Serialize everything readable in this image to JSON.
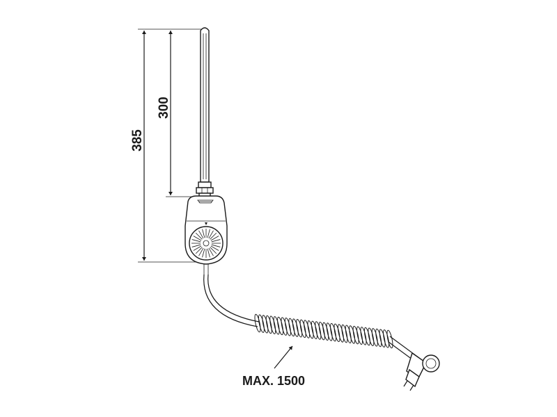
{
  "dimensions": {
    "total_length": "385",
    "element_length": "300",
    "cable_length": "MAX. 1500"
  },
  "colors": {
    "line": "#1a1a1a",
    "background": "#ffffff"
  }
}
